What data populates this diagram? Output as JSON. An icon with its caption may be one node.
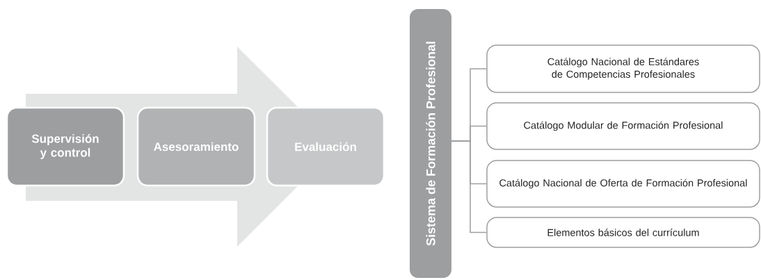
{
  "diagram": {
    "nodes": [
      {
        "text": [
          "Supervisión y control"
        ]
      },
      {
        "text": [
          "Asesoramiento"
        ]
      },
      {
        "text": [
          "Evaluación"
        ]
      },
      {
        "text": [
          "Sistema de Formación Profesional"
        ]
      },
      {
        "text": [
          "Catálogo Nacional de Estándares de Competencias Profesionales"
        ]
      },
      {
        "text": [
          "Catálogo Modular de Formación Profesional"
        ]
      },
      {
        "text": [
          "Catálogo Nacional de Oferta de Formación Profesional"
        ]
      },
      {
        "text": [
          "Elementos básicos del currículum"
        ]
      }
    ],
    "edges": [
      {
        "from": 0,
        "to": 2,
        "arrow": "to"
      },
      {
        "from": 3,
        "to": 4,
        "arrow": "none"
      },
      {
        "from": 3,
        "to": 5,
        "arrow": "none"
      },
      {
        "from": 3,
        "to": 6,
        "arrow": "none"
      },
      {
        "from": 3,
        "to": 7,
        "arrow": "none"
      }
    ]
  }
}
